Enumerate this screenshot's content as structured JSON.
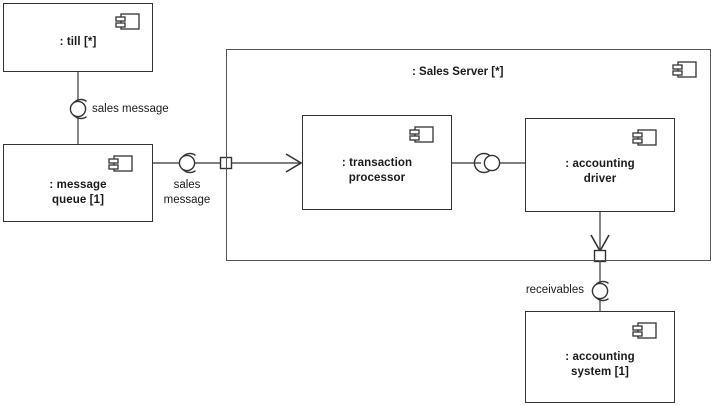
{
  "diagram": {
    "type": "uml-component-diagram",
    "title": "",
    "colors": {
      "stroke": "#333333",
      "container_stroke": "#555555",
      "text": "#1a1a1a",
      "background": "#ffffff"
    }
  },
  "components": {
    "till": {
      "label_line1": ": till [*]",
      "label_line2": "",
      "icon": "component-icon"
    },
    "message_queue": {
      "label_line1": ": message",
      "label_line2": "queue [1]",
      "icon": "component-icon"
    },
    "sales_server": {
      "title": ": Sales Server [*]",
      "icon": "component-icon"
    },
    "transaction_processor": {
      "label_line1": ": transaction",
      "label_line2": "processor",
      "icon": "component-icon"
    },
    "accounting_driver": {
      "label_line1": ": accounting",
      "label_line2": "driver",
      "icon": "component-icon"
    },
    "accounting_system": {
      "label_line1": ": accounting",
      "label_line2": "system [1]",
      "icon": "component-icon"
    }
  },
  "connectors": {
    "till_to_queue": {
      "label": "sales message",
      "interface_icon": "ball-and-socket-icon"
    },
    "queue_to_server": {
      "label_line1": "sales",
      "label_line2": "message",
      "interface_icon": "ball-and-socket-icon",
      "port_icon": "port-square-icon",
      "arrow_icon": "arrow-right-icon"
    },
    "processor_to_driver": {
      "label": "",
      "interface_icon": "ball-and-socket-icon"
    },
    "driver_to_accounting_system": {
      "label": "receivables",
      "interface_icon": "ball-and-socket-icon",
      "port_icon": "port-square-icon",
      "arrow_icon": "arrow-down-icon"
    }
  }
}
